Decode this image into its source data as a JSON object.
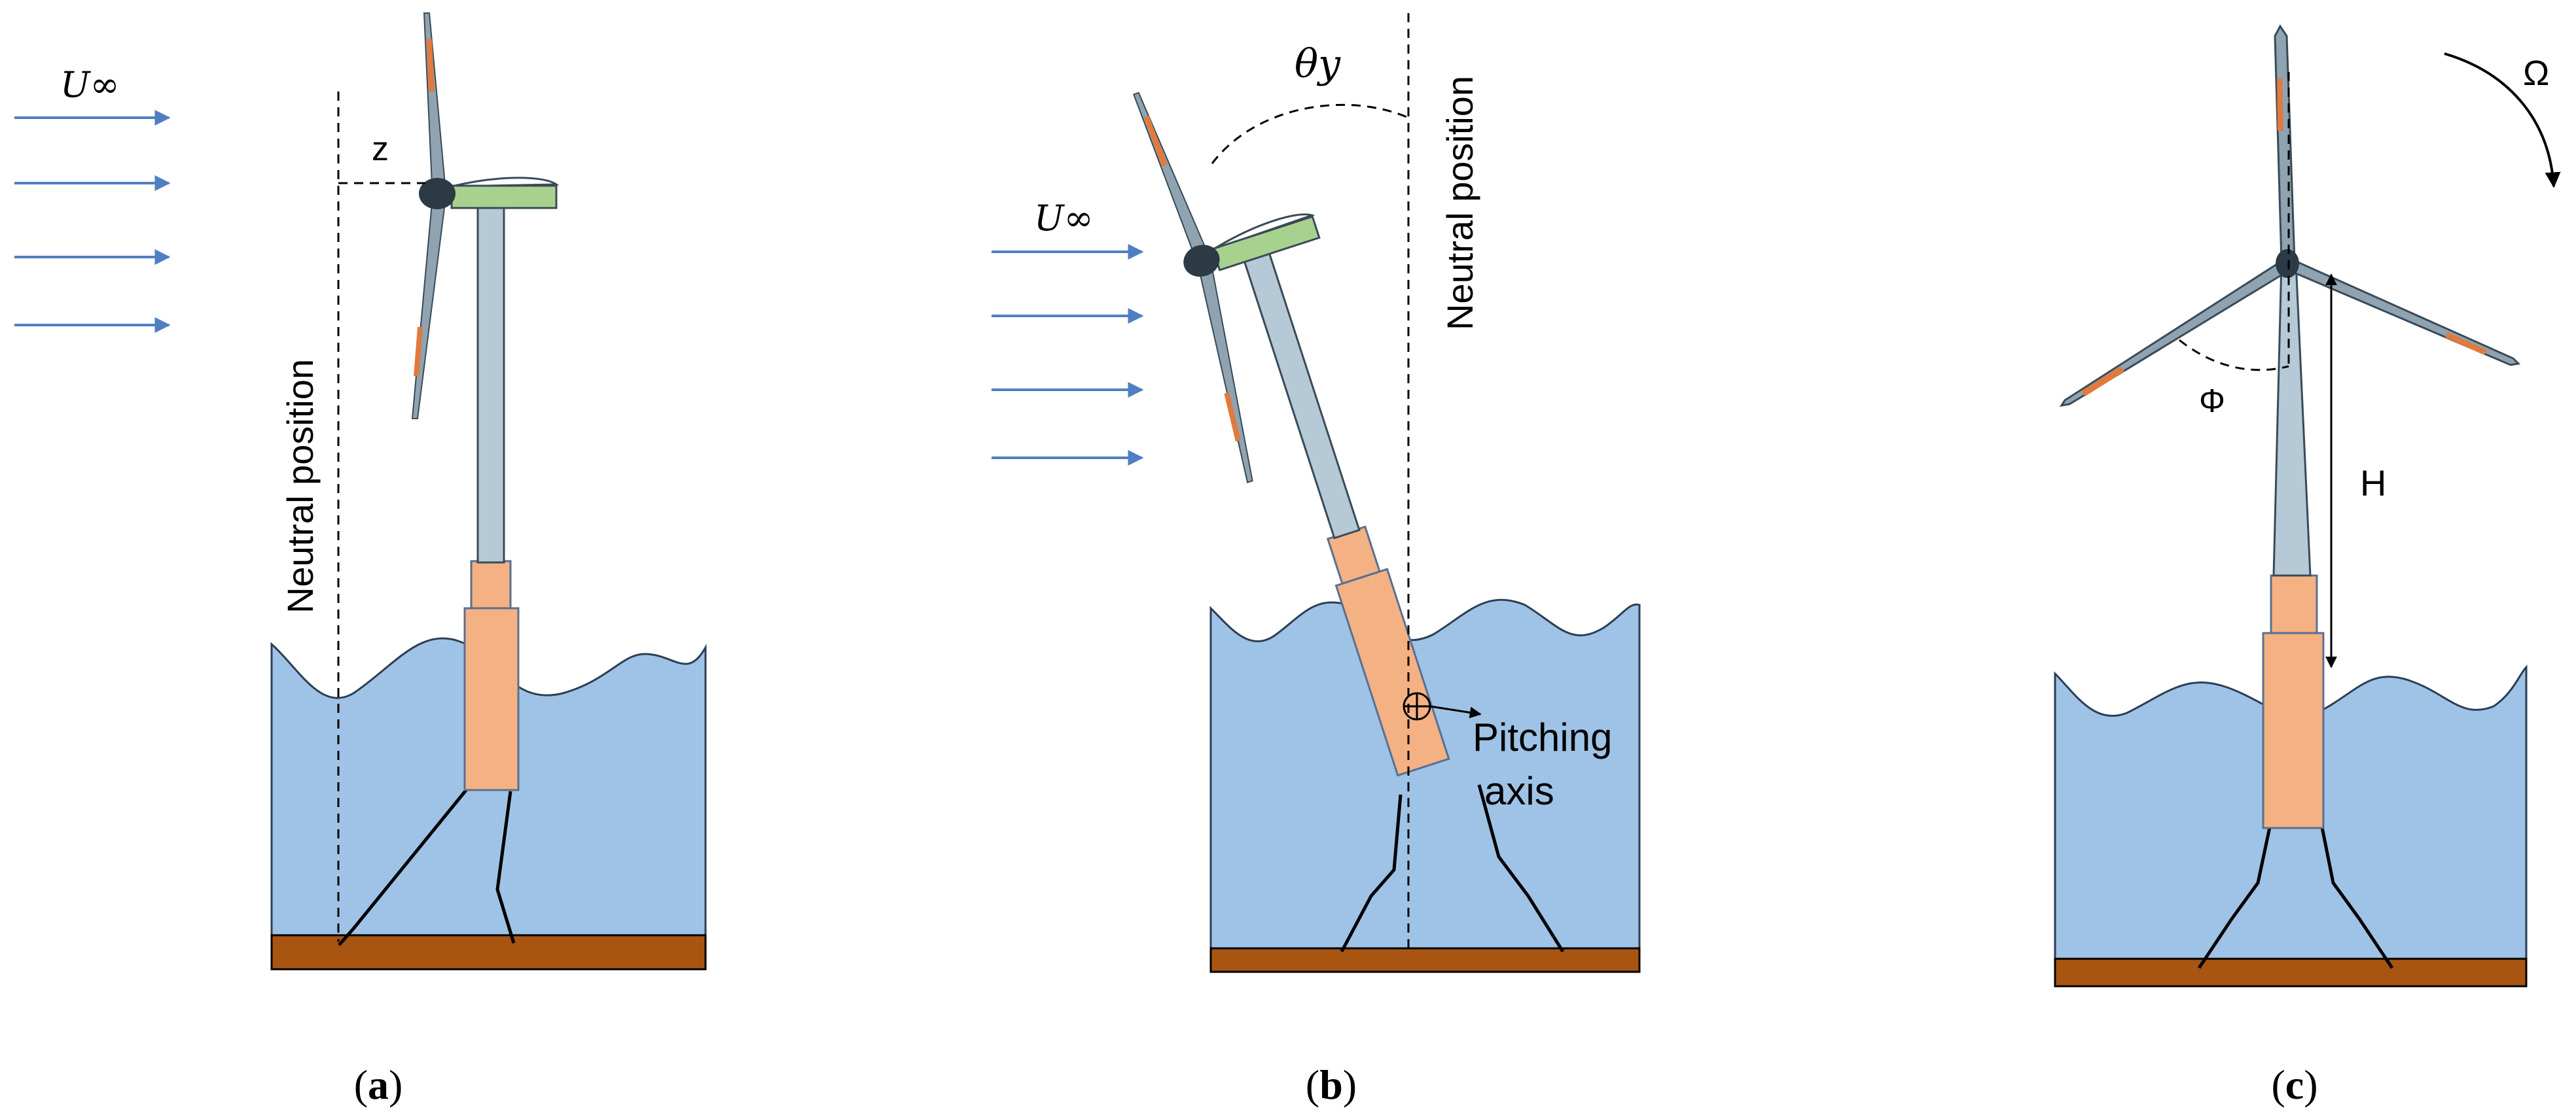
{
  "colors": {
    "water": "#9fc3e6",
    "water_edge": "#2c3e55",
    "seabed": "#a85512",
    "platform": "#f4b183",
    "platform_edge": "#5a6f90",
    "tower": "#b5c9d6",
    "tower_edge": "#3a4a58",
    "nacelle": "#a9d18e",
    "hub": "#2b3a45",
    "blade": "#8fa3b0",
    "blade_tip": "#e07a3d",
    "wind_arrow": "#4f7fc1",
    "line": "#000000"
  },
  "panel_a": {
    "wind_label": "U∞",
    "offset_label": "z",
    "neutral_label": "Neutral position",
    "caption_open": "(",
    "caption_letter": "a",
    "caption_close": ")"
  },
  "panel_b": {
    "wind_label": "U∞",
    "angle_label": "θy",
    "neutral_label": "Neutral position",
    "axis_label_line1": "Pitching",
    "axis_label_line2": "axis",
    "caption_open": "(",
    "caption_letter": "b",
    "caption_close": ")"
  },
  "panel_c": {
    "rotation_label": "Ω",
    "azimuth_label": "Φ",
    "height_label": "H",
    "caption_open": "(",
    "caption_letter": "c",
    "caption_close": ")"
  }
}
